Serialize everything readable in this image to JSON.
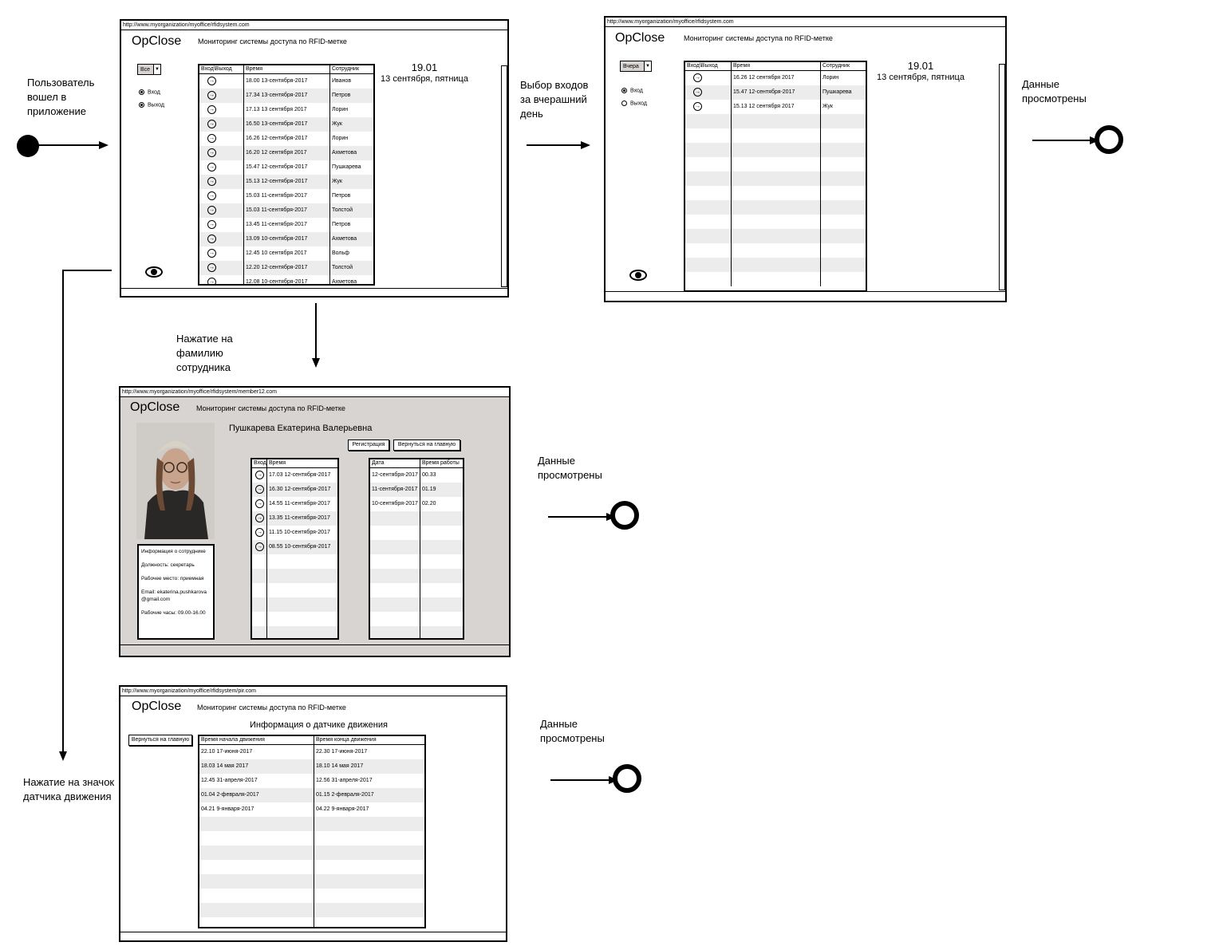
{
  "flow": {
    "start_label": "Пользователь вошел в приложение",
    "yesterday_label": "Выбор входов за вчерашний день",
    "viewed_label": "Данные просмотрены",
    "employee_label": "Нажатие на фамилию сотрудника",
    "sensor_label": "Нажатие на значок датчика движения"
  },
  "screen_main": {
    "url": "http://www.myorganization/myoffice/rfidsystem.com",
    "logo": "OpClose",
    "subtitle": "Мониторинг системы доступа по RFID-метке",
    "filter_value": "Все",
    "radio_in": "Вход",
    "radio_out": "Выход",
    "time": "19.01",
    "date": "13 сентября, пятница",
    "columns": [
      "Вход\\Выход",
      "Время",
      "Сотрудник"
    ],
    "rows": [
      {
        "time": "18.00 13-сентября-2017",
        "name": "Иванов"
      },
      {
        "time": "17.34 13-сентября-2017",
        "name": "Петров"
      },
      {
        "time": "17.13 13 сентября 2017",
        "name": "Лорин"
      },
      {
        "time": "16.50 13-сентября-2017",
        "name": "Жук"
      },
      {
        "time": "16.26 12-сентября-2017",
        "name": "Лорин"
      },
      {
        "time": "16.20 12 сентября 2017",
        "name": "Ахметова"
      },
      {
        "time": "15.47 12-сентября-2017",
        "name": "Пушкарева"
      },
      {
        "time": "15.13 12-сентября-2017",
        "name": "Жук"
      },
      {
        "time": "15.03 11-сентября-2017",
        "name": "Петров"
      },
      {
        "time": "15.03 11-сентября-2017",
        "name": "Толстой"
      },
      {
        "time": "13.45 11-сентября-2017",
        "name": "Петров"
      },
      {
        "time": "13.09 10-сентября-2017",
        "name": "Ахметова"
      },
      {
        "time": "12.45 10 сентября 2017",
        "name": "Вольф"
      },
      {
        "time": "12.20 12-сентября-2017",
        "name": "Толстой"
      },
      {
        "time": "12.08 10-сентября-2017",
        "name": "Ахметова"
      }
    ]
  },
  "screen_yesterday": {
    "url": "http://www.myorganization/myoffice/rfidsystem.com",
    "logo": "OpClose",
    "subtitle": "Мониторинг системы доступа по RFID-метке",
    "filter_value": "Вчера",
    "radio_in": "Вход",
    "radio_out": "Выход",
    "time": "19.01",
    "date": "13 сентября, пятница",
    "columns": [
      "Вход\\Выход",
      "Время",
      "Сотрудник"
    ],
    "rows": [
      {
        "time": "16.26 12 сентября 2017",
        "name": "Лорин"
      },
      {
        "time": "15.47 12-сентября-2017",
        "name": "Пушкарева"
      },
      {
        "time": "15.13 12 сентября 2017",
        "name": "Жук"
      }
    ]
  },
  "screen_employee": {
    "url": "http://www.myorganization/myoffice/rfidsystem/member12.com",
    "logo": "OpClose",
    "subtitle": "Мониторинг системы доступа по RFID-метке",
    "name": "Пушкарева Екатерина Валерьевна",
    "btn_register": "Регистрация",
    "btn_home": "Вернуться на главную",
    "info_title": "Информация о сотруднике",
    "info_position": "Должность: секретарь",
    "info_workplace": "Рабочее место: приемная",
    "info_email": "Email: ekaterina.pushkarova@gmail.com",
    "info_hours": "Рабочие часы: 09.00-16.00",
    "log_columns": [
      "Вход",
      "Время"
    ],
    "log_rows": [
      "17.03 12-сентября-2017",
      "16.30 12-сентября-2017",
      "14.55 11-сентября-2017",
      "13.35 11-сентября-2017",
      "11.15 10-сентября-2017",
      "08.55 10-сентября-2017"
    ],
    "work_columns": [
      "Дата",
      "Время работы"
    ],
    "work_rows": [
      {
        "date": "12-сентября-2017",
        "hours": "00.33"
      },
      {
        "date": "11-сентября-2017",
        "hours": "01.19"
      },
      {
        "date": "10-сентября-2017",
        "hours": "02.20"
      }
    ]
  },
  "screen_sensor": {
    "url": "http://www.myorganization/myoffice/rfidsystem/pir.com",
    "logo": "OpClose",
    "subtitle": "Мониторинг системы доступа по RFID-метке",
    "heading": "Информация о датчике движения",
    "btn_home": "Вернуться на главную",
    "columns": [
      "Время начала движения",
      "Время конца движения"
    ],
    "rows": [
      {
        "start": "22.10 17-июня-2017",
        "end": "22.30 17-июня-2017"
      },
      {
        "start": "18.03 14 мая 2017",
        "end": "18.10 14 мая 2017"
      },
      {
        "start": "12.45 31-апреля-2017",
        "end": "12.56 31-апреля-2017"
      },
      {
        "start": "01.04 2-февраля-2017",
        "end": "01.15 2-февраля-2017"
      },
      {
        "start": "04.21 9-января-2017",
        "end": "04.22 9-января-2017"
      }
    ]
  }
}
